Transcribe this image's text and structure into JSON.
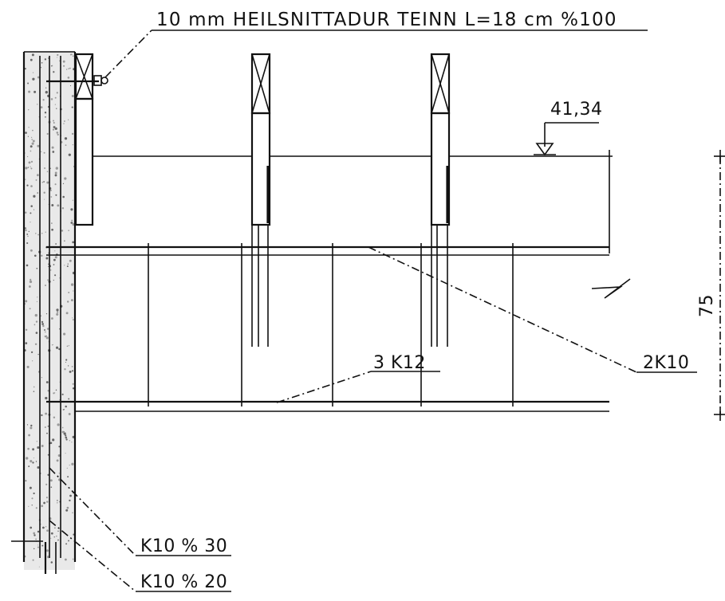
{
  "labels": {
    "top_note": "10 mm  HEILSNITTADUR  TEINN   L=18 cm   %100",
    "elevation": "41,34",
    "dimension": "75",
    "bar_3k12": "3 K12",
    "bar_2k10": "2K10",
    "bar_k10_30": "K10 % 30",
    "bar_k10_20": "K10 % 20"
  }
}
